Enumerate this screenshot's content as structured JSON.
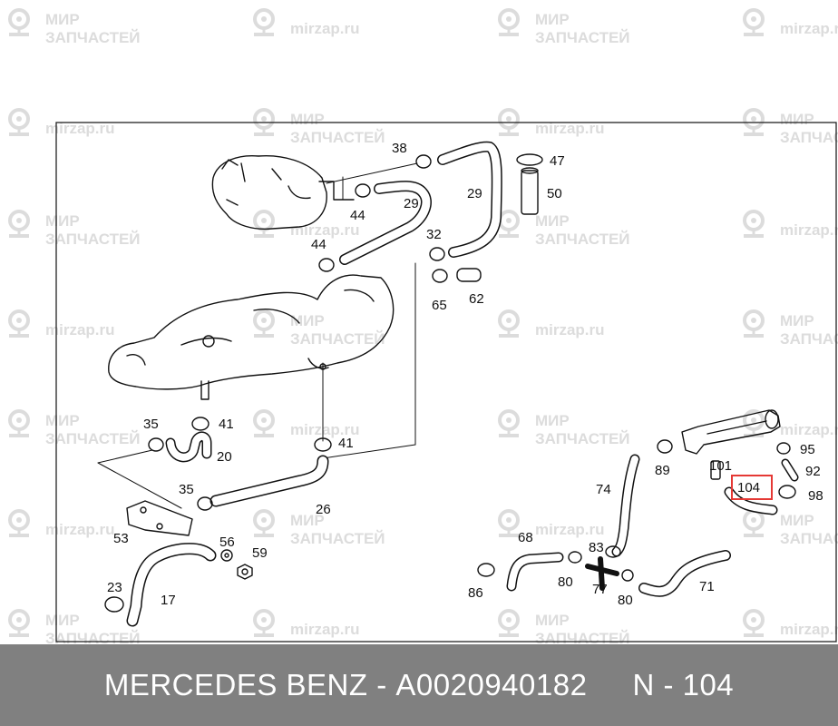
{
  "watermark": {
    "line1": "МИР",
    "line2": "ЗАПЧАСТЕЙ",
    "domain": "mirzap.ru",
    "color": "#dcdcdc"
  },
  "diagram": {
    "labels": {
      "l38": "38",
      "l47": "47",
      "l29a": "29",
      "l29b": "29",
      "l50": "50",
      "l44a": "44",
      "l44b": "44",
      "l32": "32",
      "l65": "65",
      "l62": "62",
      "l35a": "35",
      "l41a": "41",
      "l20": "20",
      "l41b": "41",
      "l35b": "35",
      "l26": "26",
      "l53": "53",
      "l56": "56",
      "l59": "59",
      "l23": "23",
      "l17": "17",
      "l95": "95",
      "l92": "92",
      "l98": "98",
      "l89": "89",
      "l101": "101",
      "l104": "104",
      "l74": "74",
      "l68": "68",
      "l83": "83",
      "l80a": "80",
      "l80b": "80",
      "l77": "77",
      "l86": "86",
      "l71": "71"
    },
    "highlight_color": "#e53935"
  },
  "footer": {
    "brand": "MERCEDES BENZ",
    "separator": "-",
    "part_number": "A0020940182",
    "position_label": "N - 104",
    "background": "#808080"
  }
}
